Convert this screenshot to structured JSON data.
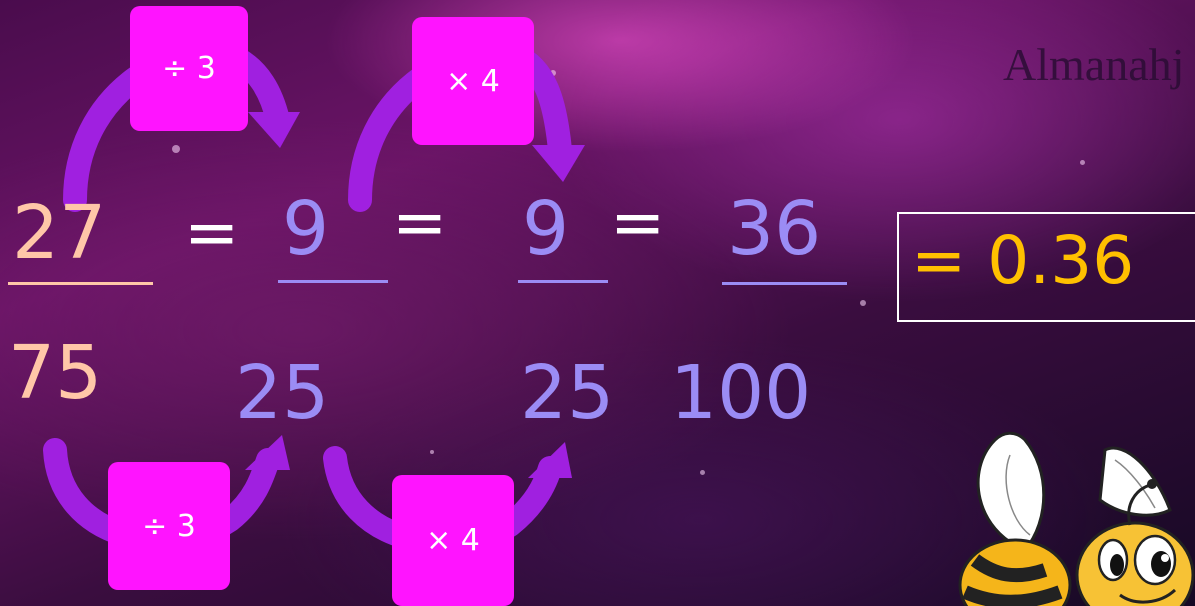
{
  "watermark": "Almanahj",
  "fractions": [
    {
      "numerator": "27",
      "denominator": "75"
    },
    {
      "numerator": "9",
      "denominator": "25"
    },
    {
      "numerator": "9",
      "denominator": "25"
    },
    {
      "numerator": "36",
      "denominator": "100"
    }
  ],
  "equals": "=",
  "operations": {
    "top_left": "÷ 3",
    "top_right": "× 4",
    "bottom_left": "÷ 3",
    "bottom_right": "× 4"
  },
  "result": "= 0.36",
  "colors": {
    "original_fraction": "#ffc7a8",
    "equivalent_fractions": "#9b8cf5",
    "operation_box": "#ff14ff",
    "arrows": "#a020e0",
    "result": "#ffc000",
    "background": "#4a0c4d"
  },
  "icons": [
    "curved-arrow-icon",
    "bee-mascot-icon"
  ]
}
